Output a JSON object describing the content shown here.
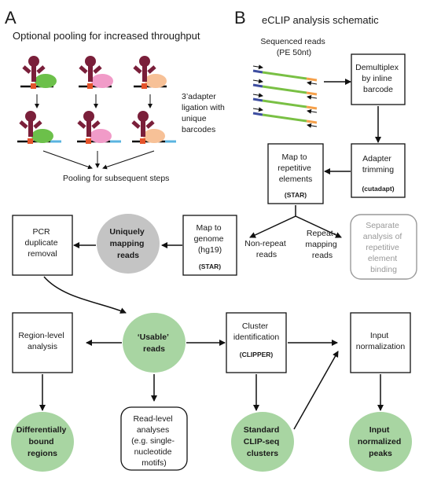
{
  "panel_a": {
    "letter": "A",
    "title": "Optional pooling for increased throughput",
    "adapter_note": [
      "3’adapter",
      "ligation with",
      "unique",
      "barcodes"
    ],
    "pooling_label": "Pooling for subsequent steps"
  },
  "panel_b": {
    "letter": "B",
    "title": "eCLIP analysis schematic",
    "sequenced_reads": [
      "Sequenced reads",
      "(PE 50nt)"
    ],
    "demultiplex": [
      "Demultiplex",
      "by inline",
      "barcode"
    ],
    "adapter_trimming": [
      "Adapter",
      "trimming",
      "(cutadapt)"
    ],
    "map_repetitive": [
      "Map to",
      "repetitive",
      "elements",
      "(STAR)"
    ],
    "map_genome": [
      "Map to",
      "genome",
      "(hg19)",
      "(STAR)"
    ],
    "non_repeat_reads": [
      "Non-repeat",
      "reads"
    ],
    "repeat_mapping_reads": [
      "Repeat-",
      "mapping",
      "reads"
    ],
    "separate_analysis": [
      "Separate",
      "analysis of",
      "repetitive",
      "element",
      "binding"
    ],
    "uniquely_mapping": [
      "Uniquely",
      "mapping",
      "reads"
    ],
    "pcr_removal": [
      "PCR",
      "duplicate",
      "removal"
    ],
    "usable_reads": [
      "‘Usable’",
      "reads"
    ],
    "region_level": [
      "Region-level",
      "analysis"
    ],
    "cluster_identification": [
      "Cluster",
      "identification",
      "(CLIPPER)"
    ],
    "input_normalization": [
      "Input",
      "normalization"
    ],
    "diff_bound": [
      "Differentially",
      "bound",
      "regions"
    ],
    "read_level": [
      "Read-level",
      "analyses",
      "(e.g. single-",
      "nucleotide",
      "motifs)"
    ],
    "standard_clusters": [
      "Standard",
      "CLIP-seq",
      "clusters"
    ],
    "input_peaks": [
      "Input",
      "normalized",
      "peaks"
    ]
  },
  "colors": {
    "green_node": "#a8d5a2",
    "gray_node": "#c4c4c4",
    "maroon": "#7a1f3a",
    "green_protein": "#6cc04a",
    "pink_protein": "#f19bc8",
    "peach_protein": "#f7c197",
    "barcode_red": "#e5532a",
    "blue_adapter": "#5ab4e0",
    "read_green": "#79c044",
    "read_blue": "#3d4da0",
    "read_orange": "#f5a04a"
  }
}
